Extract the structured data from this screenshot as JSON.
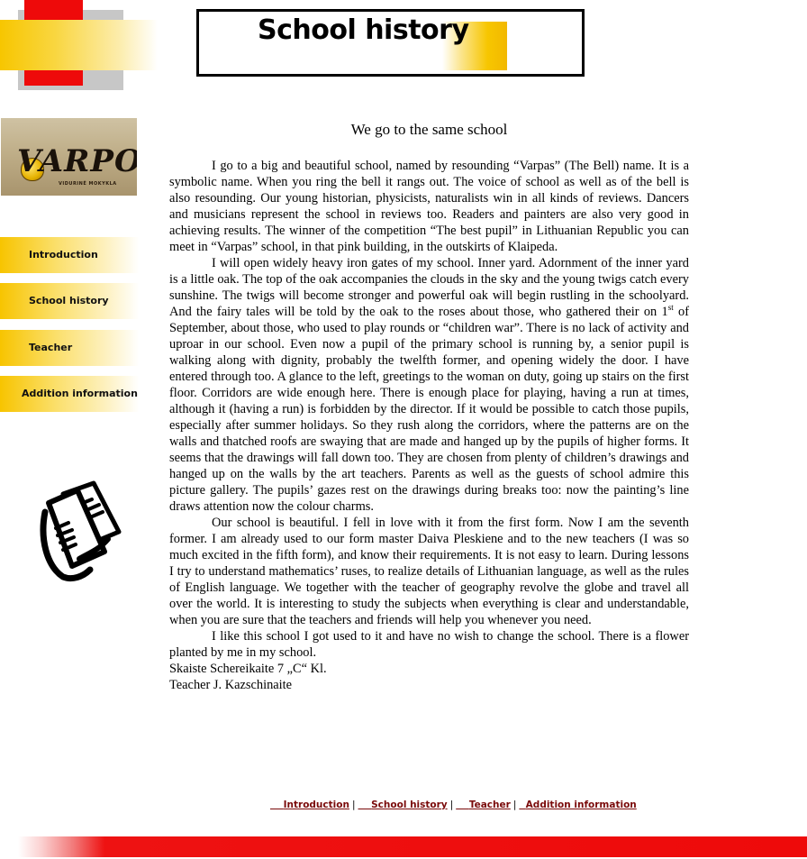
{
  "header": {
    "title": "School history"
  },
  "logo": {
    "word": "VARPO",
    "subtitle": "VIDURINĖ MOKYKLA"
  },
  "nav": {
    "items": [
      {
        "label": "Introduction"
      },
      {
        "label": "School history"
      },
      {
        "label": "Teacher"
      },
      {
        "label": "Addition information"
      }
    ]
  },
  "article": {
    "heading": "We go to the same school",
    "p1": "I go to a big and beautiful school, named by resounding “Varpas” (The Bell) name. It is a symbolic name. When you ring the bell it rangs out. The voice of school as well as of the bell is also resounding. Our young historian, physicists, naturalists win in all kinds of reviews. Dancers and musicians represent the school in reviews too. Readers and painters are also very good in achieving results. The winner of the competition “The best pupil” in Lithuanian Republic you can meet in “Varpas” school, in that pink building, in the outskirts of Klaipeda.",
    "p2_a": "I will open widely heavy iron gates of my school. Inner yard. Adornment of the inner yard is a little oak. The top of the oak accompanies the clouds in the sky and the young twigs catch every sunshine. The twigs will become stronger and powerful oak will begin rustling in the schoolyard. And the fairy tales will be told by the oak to the roses about those, who gathered their on 1",
    "p2_sup": "st",
    "p2_b": " of September, about those, who used to play rounds or “children war”. There is no lack of activity and uproar in our school. Even now a pupil of the primary school is running by, a senior pupil is walking along with dignity, probably the twelfth former, and opening widely the door. I have entered through too. A glance to the left, greetings to the woman on duty, going up stairs on the first floor. Corridors are wide enough here. There is enough place for playing, having a run at times, although it (having a run) is forbidden by the director. If it would be possible to catch those pupils, especially after summer holidays. So they rush along the corridors, where the patterns are on the walls and thatched roofs are swaying that are made and hanged up by the pupils of higher forms. It seems that the drawings will fall down too. They are chosen from plenty of children’s drawings and hanged up on the walls by the art teachers. Parents as well as the guests of school admire this picture gallery. The pupils’ gazes rest on the drawings during breaks too: now the painting’s line draws attention now the colour charms.",
    "p3": "Our school is beautiful. I fell in love with it from the first form. Now I am the seventh former. I am already used to our form master Daiva Pleskiene and to the new teachers (I was so much excited in the fifth form), and know their requirements. It is not easy to learn. During lessons I try to understand mathematics’ ruses, to realize details of Lithuanian language, as well as the rules of English language. We together with the teacher of geography revolve the globe and travel all over the world. It is interesting to study the subjects when everything is clear and understandable, when you are sure that the teachers and friends will help you whenever you need.",
    "p4": "I like this school I got used to it and have no wish to change the school. There is a flower planted by me in my school.",
    "author": "Skaiste Schereikaite 7 „C“ Kl.",
    "teacher": "Teacher J. Kazschinaite"
  },
  "footer": {
    "links": [
      {
        "label": "Introduction"
      },
      {
        "label": "School history"
      },
      {
        "label": "Teacher"
      },
      {
        "label": "Addition information"
      }
    ],
    "separator": "|"
  },
  "colors": {
    "accent_red": "#ee0a0a",
    "accent_yellow": "#f7c600",
    "accent_gray": "#c7c7c7",
    "link_color": "#7a0a0a"
  },
  "icons": {
    "paper": "papers-icon",
    "bell": "bell-icon"
  }
}
